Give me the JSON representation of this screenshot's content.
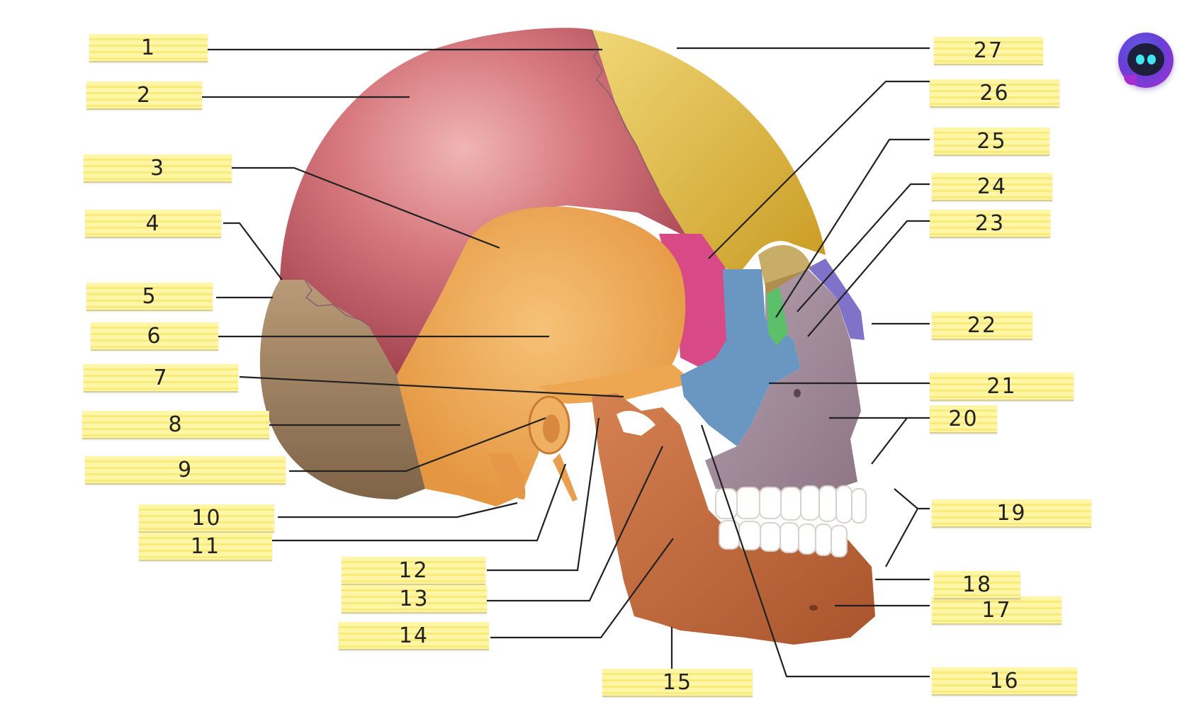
{
  "diagram": {
    "labels": [
      "1",
      "2",
      "3",
      "4",
      "5",
      "6",
      "7",
      "8",
      "9",
      "10",
      "11",
      "12",
      "13",
      "14",
      "15",
      "16",
      "17",
      "18",
      "19",
      "20",
      "21",
      "22",
      "23",
      "24",
      "25",
      "26",
      "27"
    ]
  },
  "colors": {
    "parietal": "#c96672",
    "frontal": "#e3c04a",
    "temporal": "#eea650",
    "occipital": "#a88868",
    "sphenoid": "#d84a86",
    "zygomatic": "#6a96c2",
    "maxilla": "#9d8696",
    "mandible": "#c9703f",
    "nasal": "#7f72c8",
    "lacrimal": "#5cbf6a",
    "teeth": "#ffffff",
    "leader_lines": "#222222"
  },
  "assistant_button": {
    "icon": "chat-bot-icon"
  }
}
